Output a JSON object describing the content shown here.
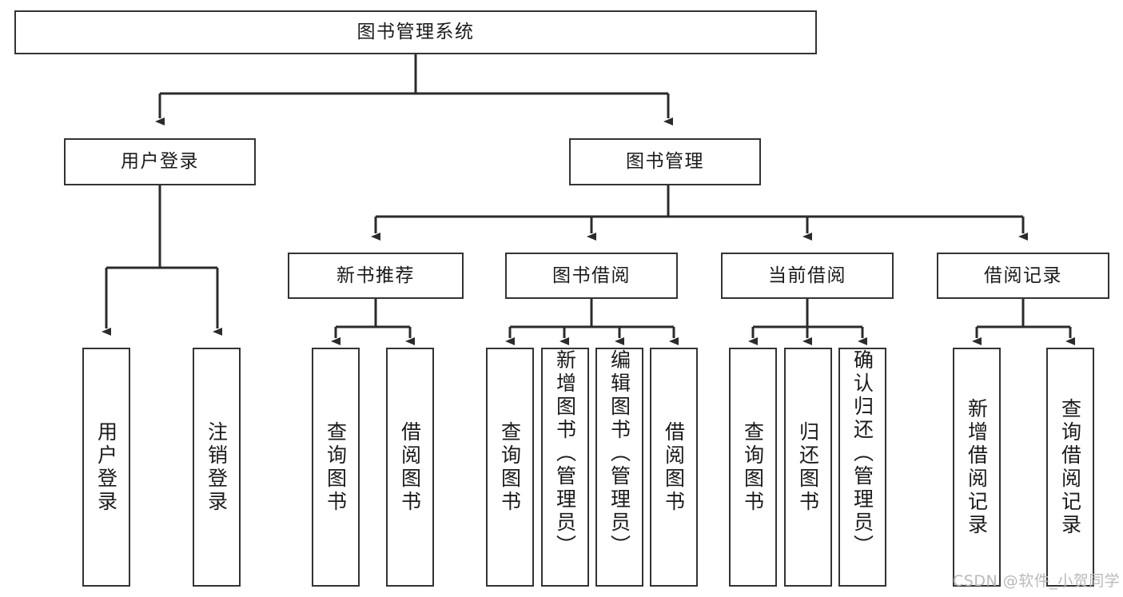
{
  "diagram": {
    "title": "图书管理系统",
    "type": "tree",
    "root": {
      "label": "图书管理系统"
    },
    "level1": [
      {
        "label": "用户登录"
      },
      {
        "label": "图书管理"
      }
    ],
    "level2": [
      {
        "label": "新书推荐",
        "parent": "图书管理"
      },
      {
        "label": "图书借阅",
        "parent": "图书管理"
      },
      {
        "label": "当前借阅",
        "parent": "图书管理"
      },
      {
        "label": "借阅记录",
        "parent": "图书管理"
      }
    ],
    "leaves": {
      "user_login": [
        {
          "label": "用户登录"
        },
        {
          "label": "注销登录"
        }
      ],
      "new_book_recommend": [
        {
          "label": "查询图书"
        },
        {
          "label": "借阅图书"
        }
      ],
      "book_borrow": [
        {
          "label": "查询图书"
        },
        {
          "label": "新增图书（管理员）"
        },
        {
          "label": "编辑图书（管理员）"
        },
        {
          "label": "借阅图书"
        }
      ],
      "current_borrow": [
        {
          "label": "查询图书"
        },
        {
          "label": "归还图书"
        },
        {
          "label": "确认归还（管理员）"
        }
      ],
      "borrow_record": [
        {
          "label": "新增借阅记录"
        },
        {
          "label": "查询借阅记录"
        }
      ]
    }
  },
  "watermark": {
    "text": "CSDN @软件_小贺同学"
  },
  "colors": {
    "box_border": "#333333",
    "box_fill": "#ffffff",
    "connector": "#333333",
    "text": "#1a1a1a",
    "watermark": "#b9b9b9",
    "background": "#ffffff"
  }
}
